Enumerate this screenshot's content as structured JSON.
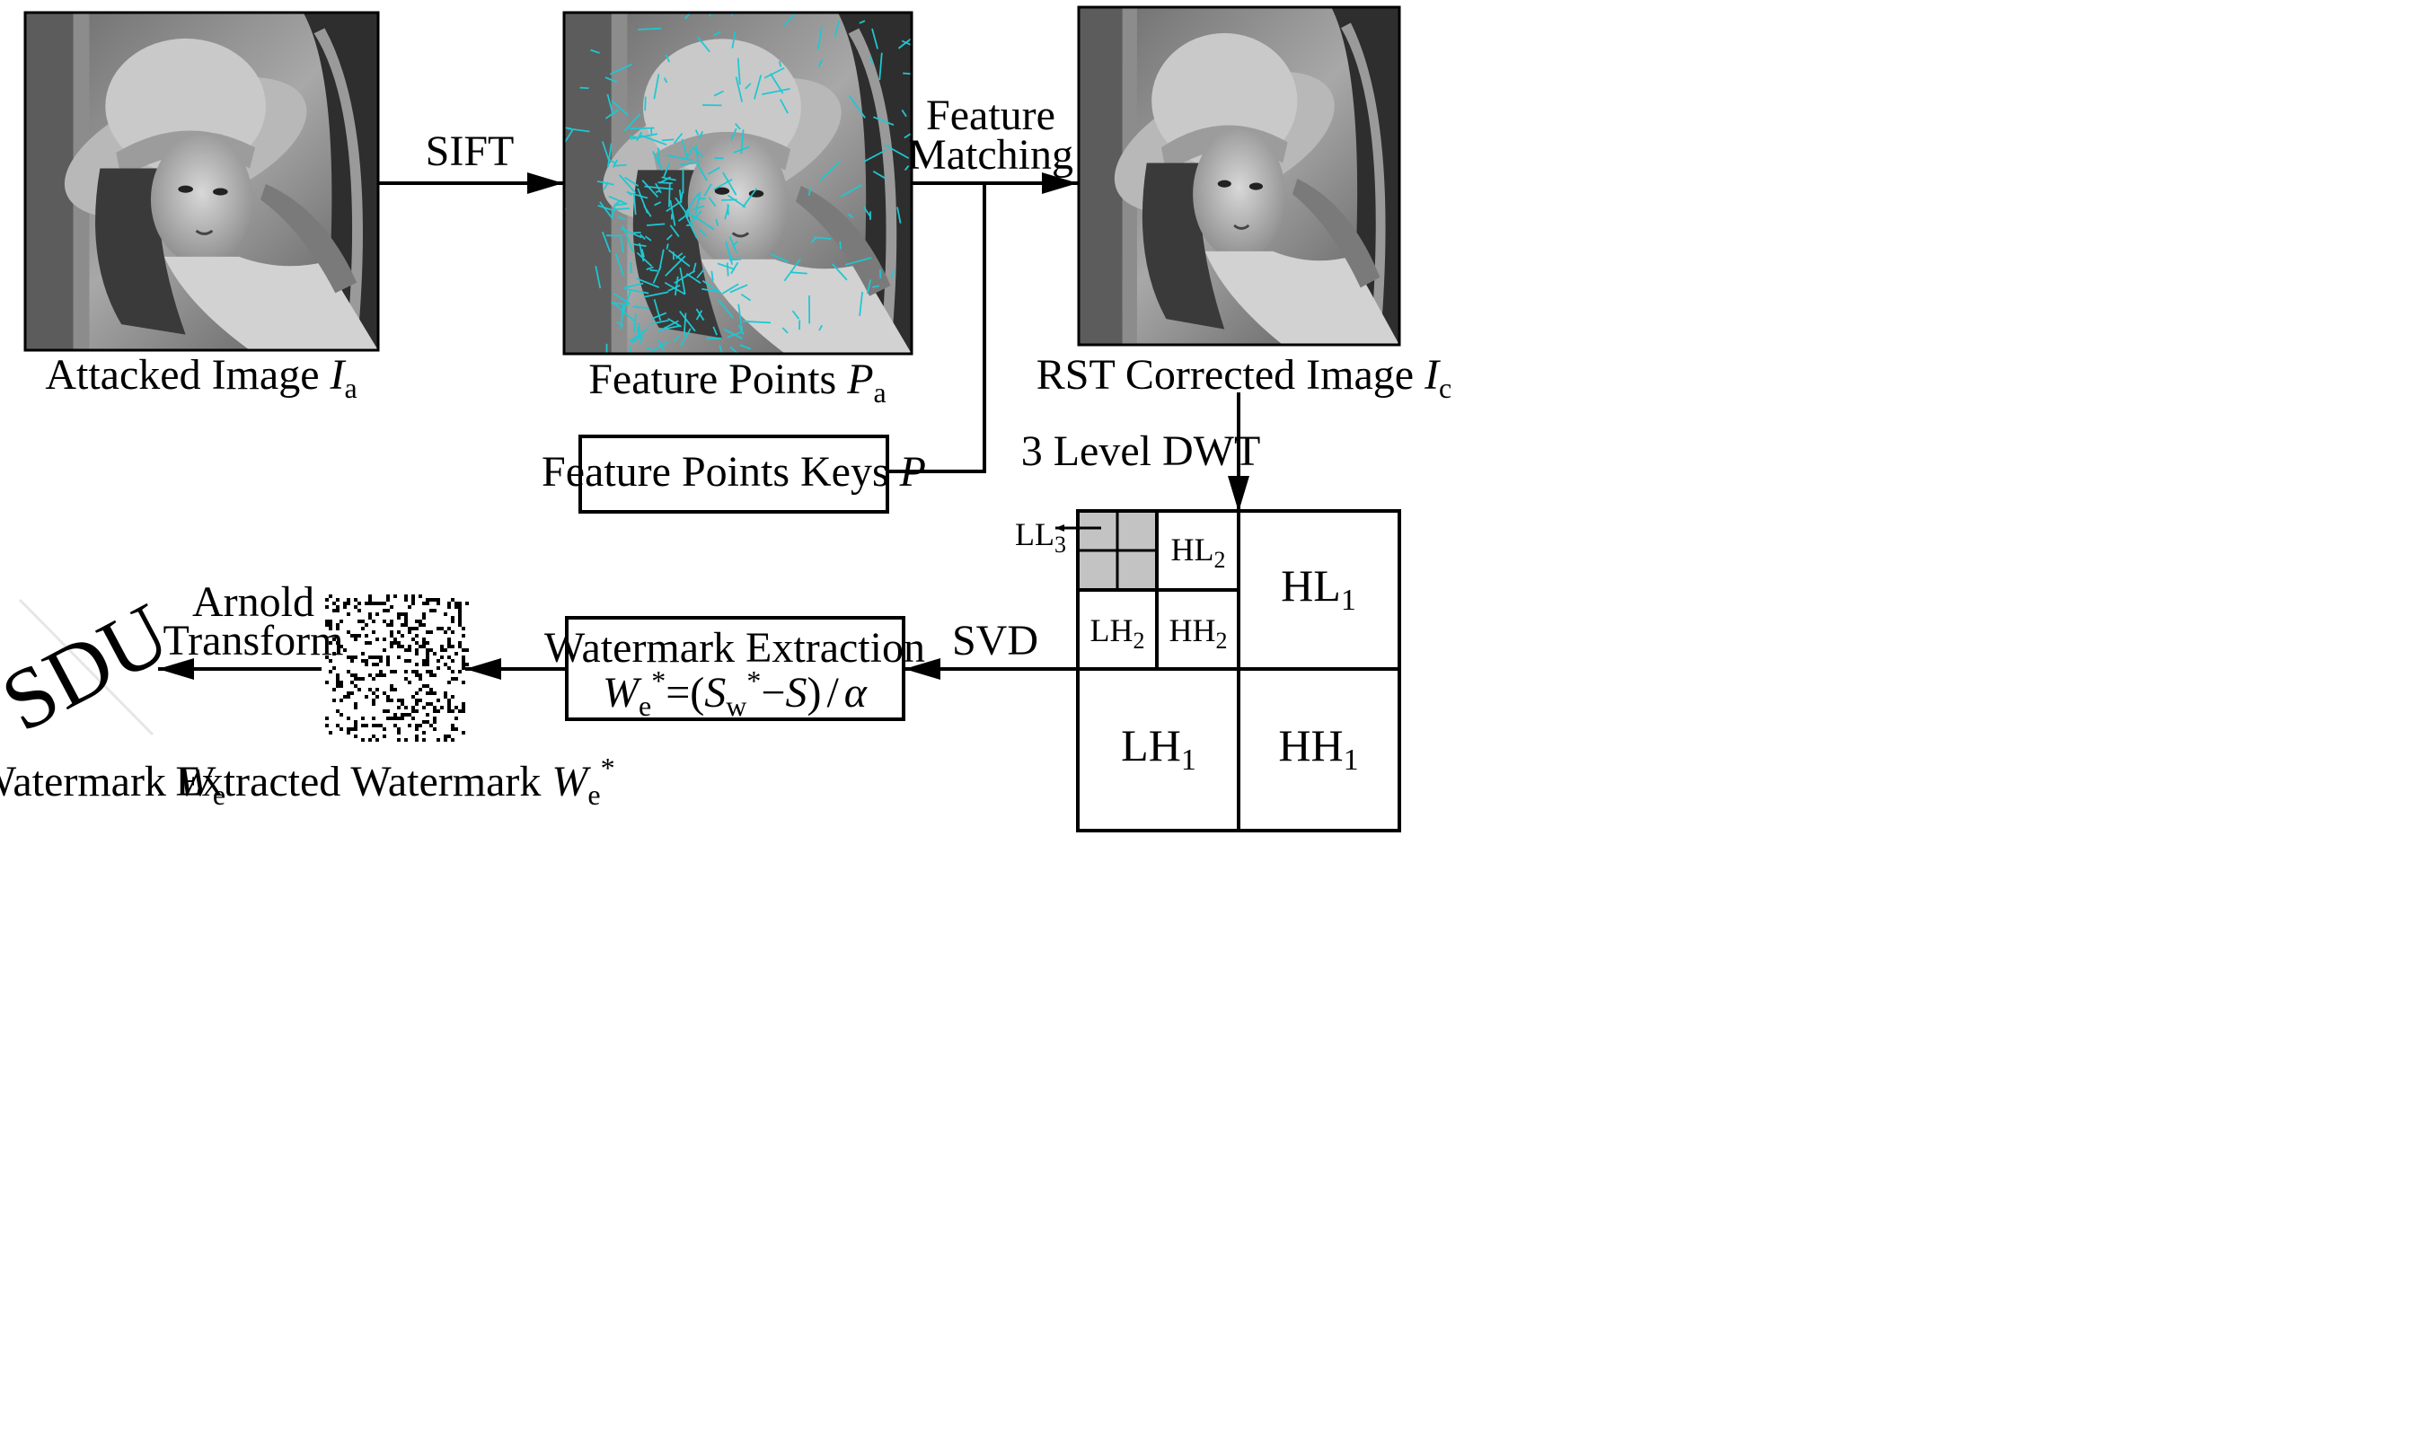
{
  "images": {
    "attacked": {
      "caption": "Attacked Image ",
      "symbol": "I",
      "subscript": "a"
    },
    "feature_points": {
      "caption": "Feature Points ",
      "symbol": "P",
      "subscript": "a"
    },
    "corrected": {
      "caption": "RST Corrected Image ",
      "symbol": "I",
      "subscript": "c"
    }
  },
  "arrows": {
    "sift": "SIFT",
    "feature_matching_line1": "Feature",
    "feature_matching_line2": "Matching",
    "dwt": "3 Level DWT",
    "svd": "SVD",
    "arnold_line1": "Arnold",
    "arnold_line2": "Transform"
  },
  "keys_box": {
    "text": "Feature Points Keys ",
    "symbol": "P"
  },
  "extraction_box": {
    "title": "Watermark Extraction",
    "formula": {
      "w": "W",
      "w_sub": "e",
      "sup": "*",
      "eq": "=(",
      "s": "S",
      "s_sub": "w",
      "s_sup": "*",
      "minus": "−",
      "s2": "S",
      "close": ")",
      "div": "/",
      "alpha": "α"
    }
  },
  "dwt": {
    "ll": "LL",
    "ll_sub": "3",
    "hl2": "HL",
    "hl2_sub": "2",
    "lh2": "LH",
    "lh2_sub": "2",
    "hh2": "HH",
    "hh2_sub": "2",
    "hl1": "HL",
    "hl1_sub": "1",
    "lh1": "LH",
    "lh1_sub": "1",
    "hh1": "HH",
    "hh1_sub": "1"
  },
  "watermark": {
    "logo_text": "SDU",
    "caption": "Watermark ",
    "symbol": "W",
    "subscript": "e"
  },
  "extracted": {
    "caption": "Extracted Watermark ",
    "symbol": "W",
    "subscript": "e",
    "superscript": "*"
  },
  "colors": {
    "line": "#000000",
    "keypoint": "#1ec8d2",
    "ll3_fill": "#c3c3c3"
  }
}
